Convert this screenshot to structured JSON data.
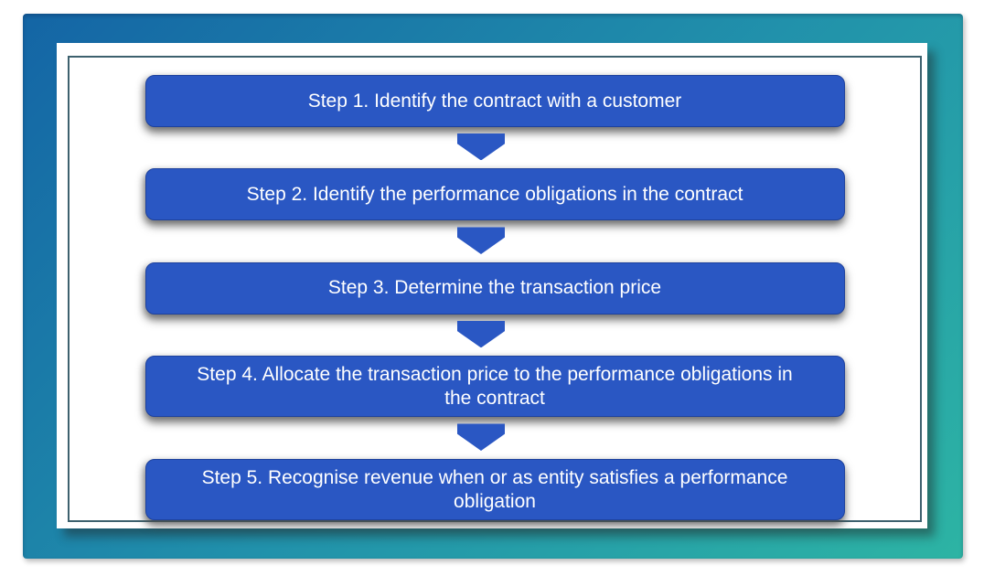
{
  "diagram": {
    "type": "process-flow",
    "steps": [
      {
        "label": "Step 1. Identify the contract with a customer"
      },
      {
        "label": "Step 2. Identify the performance obligations in the contract"
      },
      {
        "label": "Step 3. Determine the transaction price"
      },
      {
        "label": "Step 4. Allocate the transaction price to the performance obligations in the contract"
      },
      {
        "label": "Step 5. Recognise revenue when or as entity satisfies a performance obligation"
      }
    ],
    "connector": "down-arrow",
    "colors": {
      "box_fill": "#2a57c3",
      "box_border": "#1e429e",
      "box_text": "#ffffff",
      "arrow_fill": "#2a57c3",
      "frame_gradient_start": "#1465a5",
      "frame_gradient_mid": "#2191ab",
      "frame_gradient_end": "#2db4a4",
      "inner_border": "#3d616e",
      "panel_bg": "#ffffff"
    }
  }
}
